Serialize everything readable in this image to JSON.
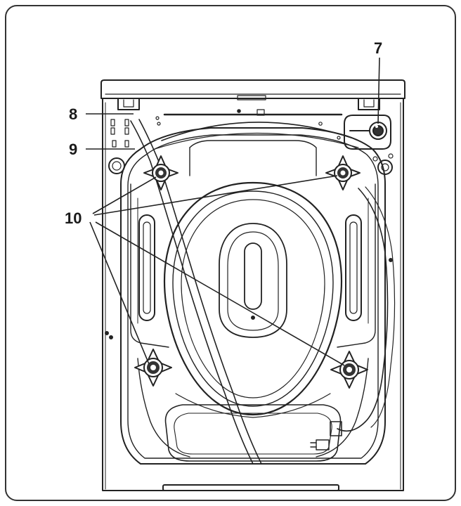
{
  "callouts": {
    "seven": "7",
    "eight": "8",
    "nine": "9",
    "ten": "10"
  }
}
